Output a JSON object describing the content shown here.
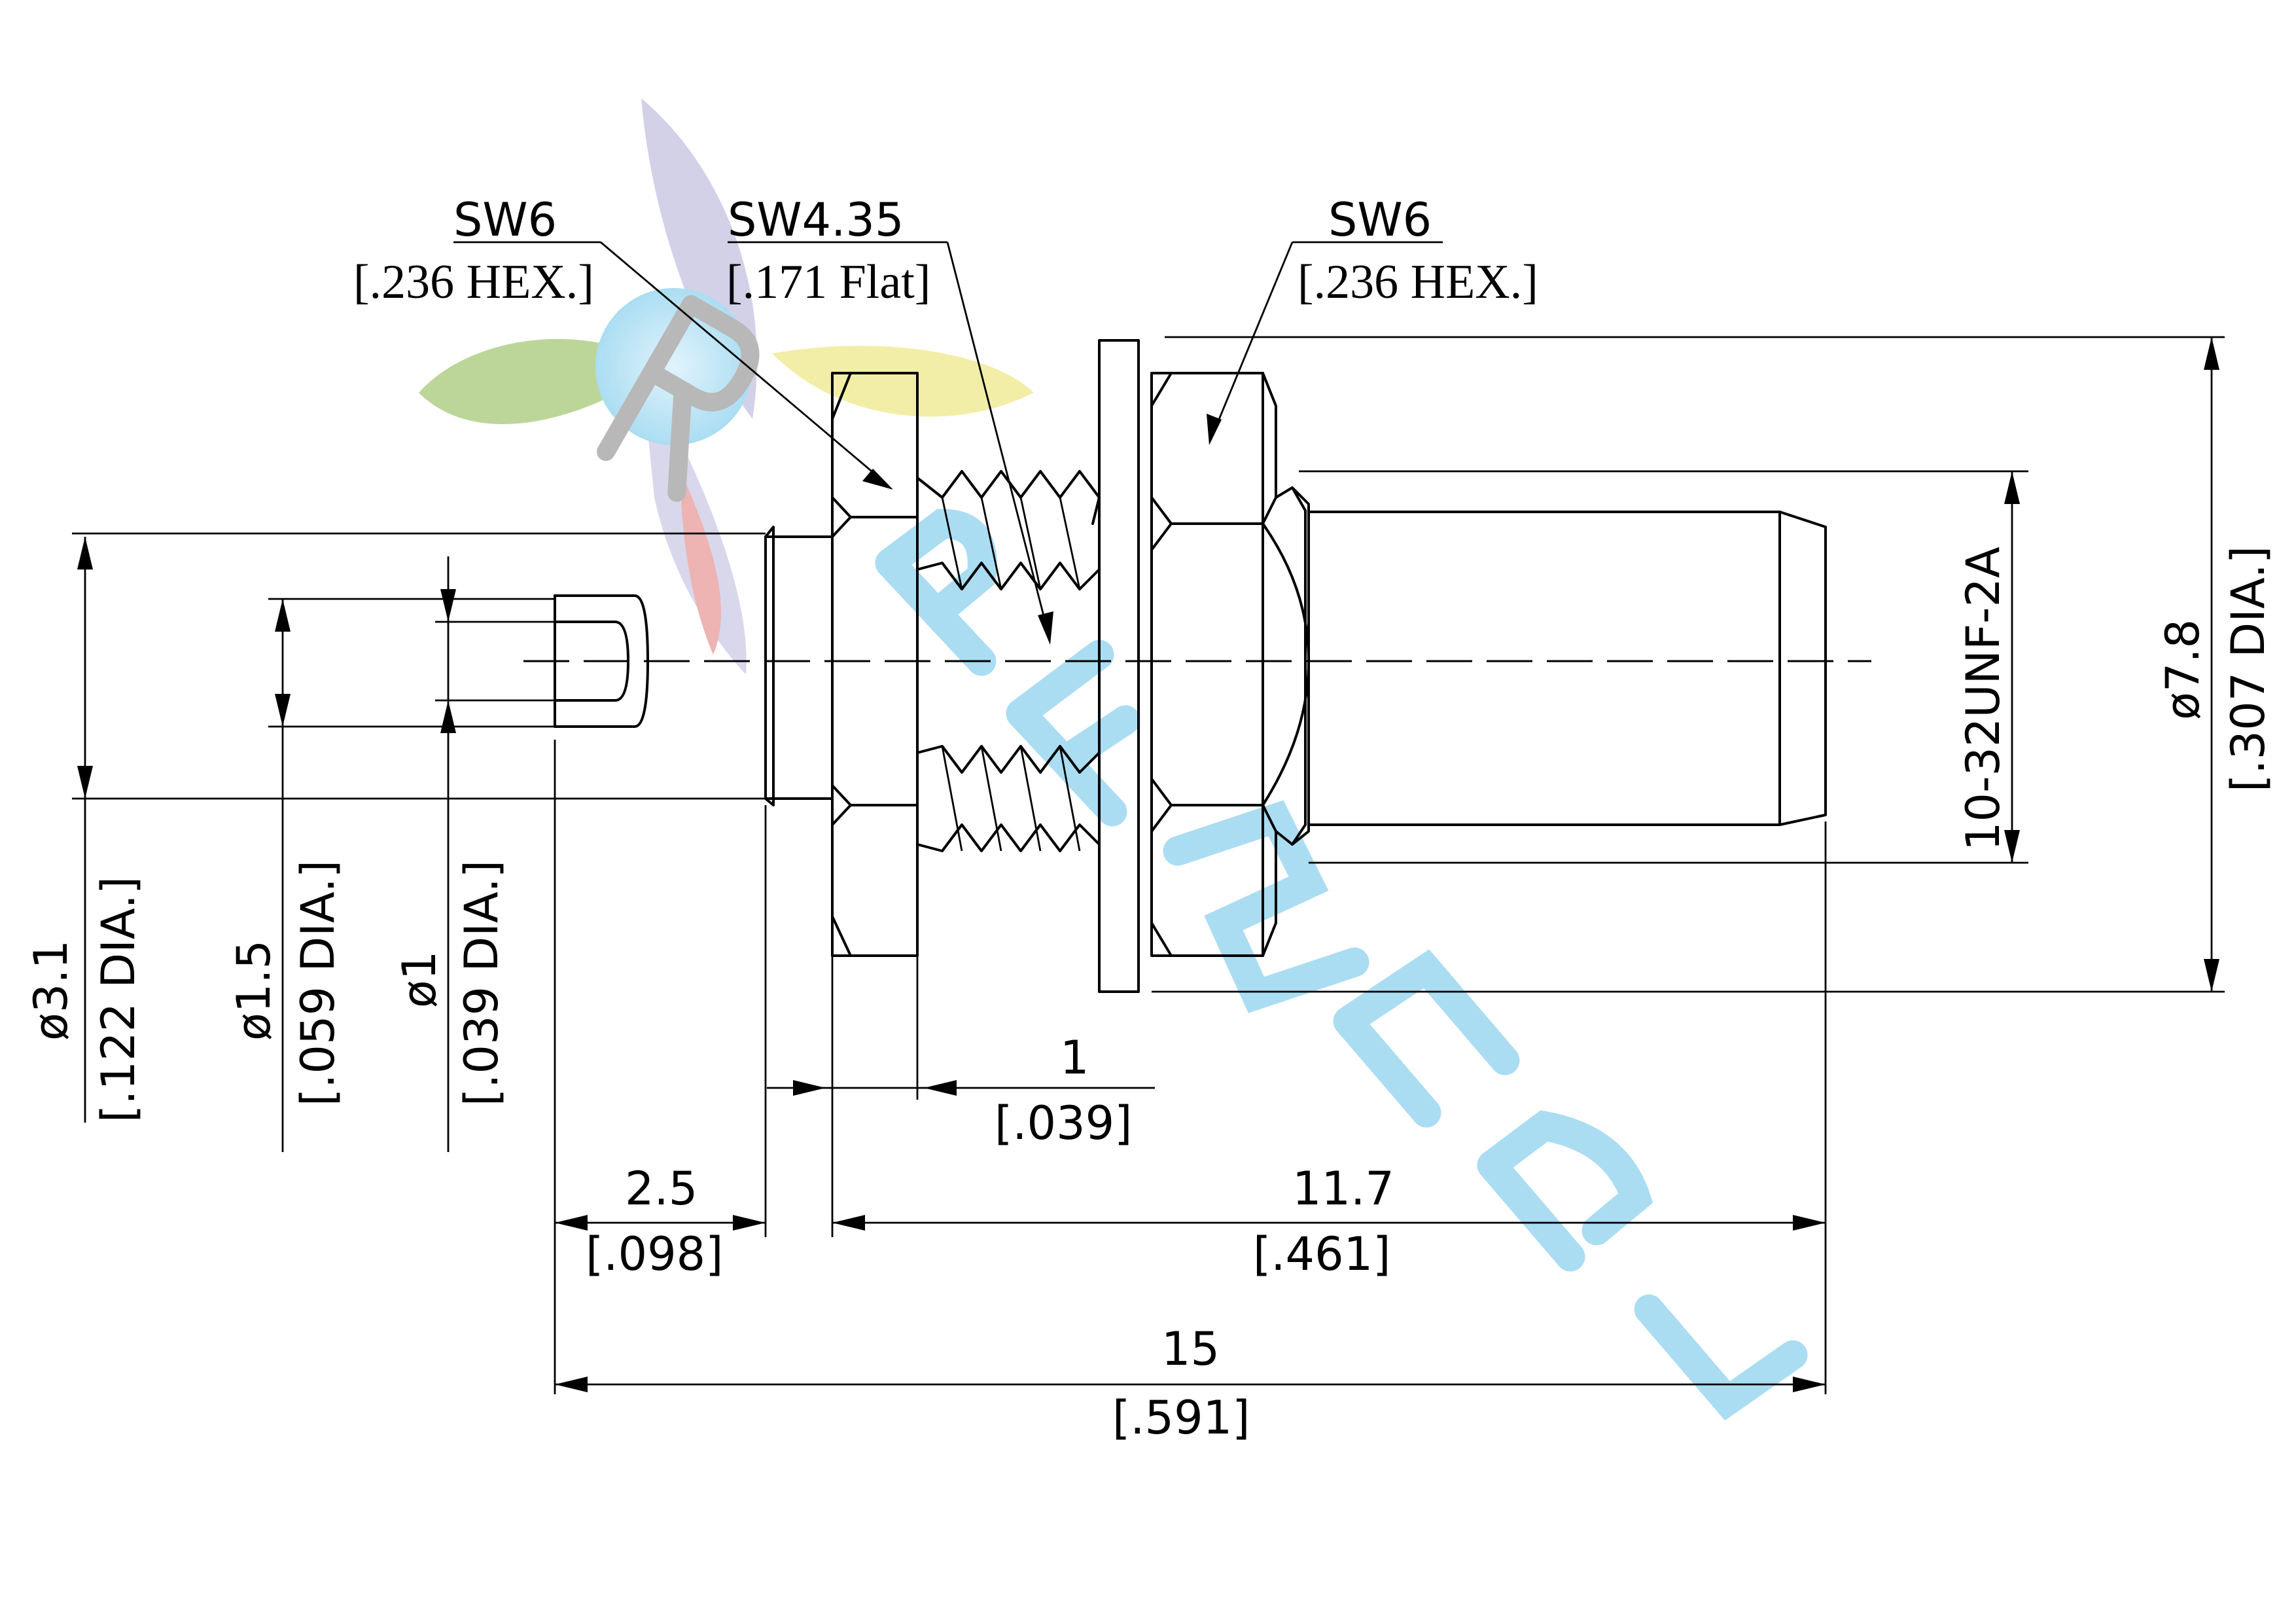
{
  "labels": {
    "sw6_left": "SW6",
    "sw6_left_inch": "[.236 HEX.]",
    "sw435": "SW4.35",
    "sw435_inch": "[.171 Flat]",
    "sw6_right": "SW6",
    "sw6_right_inch": "[.236 HEX.]",
    "dia31": "ø3.1",
    "dia31_inch": "[.122 DIA.]",
    "dia15": "ø1.5",
    "dia15_inch": "[.059 DIA.]",
    "dia1": "ø1",
    "dia1_inch": "[.039 DIA.]",
    "thread": "10-32UNF-2A",
    "dia78": "ø7.8",
    "dia78_inch": "[.307 DIA.]",
    "dim_1": "1",
    "dim_1_inch": "[.039]",
    "dim_25": "2.5",
    "dim_25_inch": "[.098]",
    "dim_117": "11.7",
    "dim_117_inch": "[.461]",
    "dim_15": "15",
    "dim_15_inch": "[.591]"
  },
  "watermark": "RFSPNDL",
  "colors": {
    "line": "#000000",
    "wm_blue": "#8fd2ee",
    "wm_green": "#a6c979",
    "wm_yellow": "#efe98a",
    "wm_red": "#e89a9a",
    "wm_purple": "#b7b3da"
  }
}
